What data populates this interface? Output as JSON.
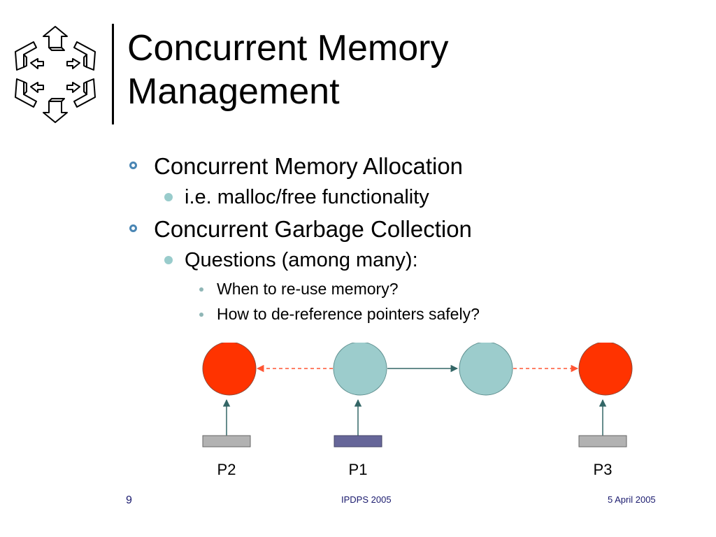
{
  "title": {
    "line1": "Concurrent Memory",
    "line2": "Management"
  },
  "bullets": {
    "l1_a": "Concurrent Memory Allocation",
    "l2_a": "i.e. malloc/free functionality",
    "l1_b": "Concurrent Garbage Collection",
    "l2_b": "Questions (among many):",
    "l3_a": "When to re-use memory?",
    "l3_b": "How to de-reference pointers safely?"
  },
  "diagram": {
    "processors": [
      "P2",
      "P1",
      "P3"
    ],
    "colors": {
      "red_node": "#ff3300",
      "teal_node": "#9ccccc",
      "active_bar": "#666699",
      "idle_bar": "#b2b2b2",
      "dashed_arrow": "#ff5533",
      "solid_arrow": "#336666"
    }
  },
  "footer": {
    "page_number": "9",
    "conference": "IPDPS 2005",
    "date": "5 April 2005"
  }
}
